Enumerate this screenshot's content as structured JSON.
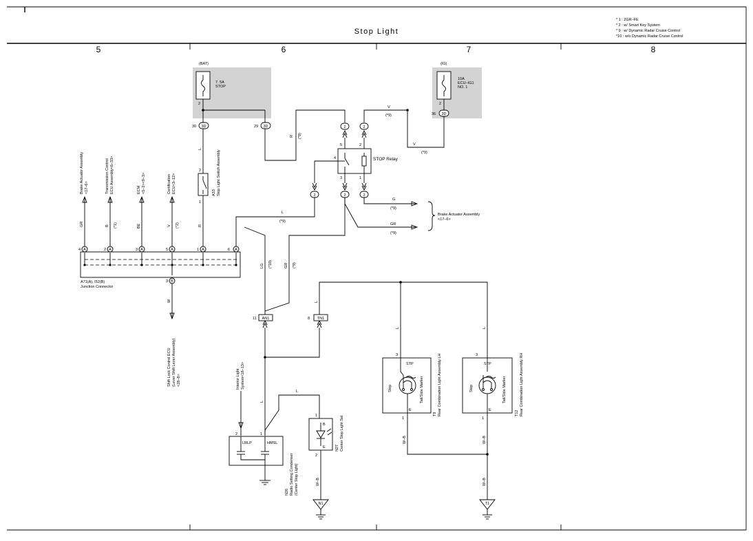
{
  "title": "Stop Light",
  "notes": [
    "* 1 : 2GR–FE",
    "* 2 : w/ Smart Key System",
    "* 9 : w/ Dynamic Radar Cruise Control",
    "*10 : w/o Dynamic Radar Cruise Control"
  ],
  "zones": [
    "5",
    "6",
    "7",
    "8"
  ],
  "fuse_stop": {
    "source": "(BAT)",
    "rating": "7. 5A",
    "name": "STOP",
    "pin": "2"
  },
  "fuse_ecu": {
    "source": "(IG)",
    "rating": "10A",
    "name1": "ECU–IG1",
    "name2": "NO. 1",
    "pin": "2"
  },
  "junction_3D": {
    "label": "3D",
    "pin_a": "30",
    "pin_b": "29"
  },
  "junction_ig": {
    "label": "3D",
    "pin": "36"
  },
  "stop_switch": {
    "name": "Stop Light Switch Assembly",
    "code": "A33",
    "pin_top": "2",
    "pin_bottom": "1"
  },
  "stop_relay": {
    "name": "STOP Relay",
    "pins": [
      "5",
      "2",
      "4",
      "3",
      "1"
    ]
  },
  "relay_circles": "2",
  "wire_colors": {
    "R": "R",
    "L": "L",
    "V": "V",
    "G": "G",
    "GR": "GR",
    "LG": "LG",
    "W": "W",
    "WB": "W–B",
    "B": "B",
    "BE": "BE"
  },
  "wire_notes": {
    "n9": "(*9)",
    "n10": "(*10)",
    "n1": "(*1)",
    "n2": "(*2)"
  },
  "brake_actuator": {
    "name": "Brake Actuator Assembly",
    "ref": "<17–6>"
  },
  "top_arrows": [
    {
      "name": "Brake Actuator Assembly",
      "ref": "<17–6>",
      "wire": "GR",
      "note": "",
      "pin": "4",
      "side": "A"
    },
    {
      "name": "Transmission Control",
      "ref": "ECU Assembly<6–33>",
      "wire": "B",
      "note": "(*1)",
      "pin": "2",
      "side": "A"
    },
    {
      "name": "ECM",
      "ref": "<5–2><9–3>",
      "wire": "BE",
      "note": "",
      "pin": "3",
      "side": "A"
    },
    {
      "name": "Certification",
      "ref": "ECU<3–12>",
      "wire": "V",
      "note": "(*2)",
      "pin": "5",
      "side": "A"
    }
  ],
  "junction_connector": {
    "name": "A71(A), I52(B)",
    "sub": "Junction Connector",
    "pin_b": "3",
    "side_b": "B",
    "pin_switch": "1",
    "pin_6": "6"
  },
  "shift_lock": {
    "line1": "Shift Lock Control ECU",
    "line2": "(Lever Shift Lever Assembly)",
    "ref": "<28–8>"
  },
  "conn_AN1": {
    "label": "AN1",
    "pin": "11"
  },
  "conn_TN1": {
    "label": "TN1",
    "pin": "8"
  },
  "interior_light": {
    "line1": "Interior Light",
    "line2": "System<16–13>"
  },
  "condenser": {
    "code": "N26",
    "line1": "Radio Setting Condenser",
    "line2": "(Center Stop Light)",
    "lrlp": "LRLP",
    "hmsl": "HMSL",
    "pin_left": "2",
    "pin_right": "1"
  },
  "center_stop": {
    "code": "N27",
    "name": "Center Stop Light Set",
    "pin_top": "1",
    "pin_bottom": "2",
    "b": "B",
    "e": "E"
  },
  "lamp_lh": {
    "code": "T9",
    "name": "Rear Combination Light Assembly LH",
    "pin_top": "3",
    "pin_bottom": "1",
    "stp": "STP",
    "e": "E",
    "stop": "Stop",
    "marker": "Tail/Side Marker"
  },
  "lamp_rh": {
    "code": "T12",
    "name": "Rear Combination Light Assembly RH",
    "pin_top": "3",
    "pin_bottom": "1",
    "stp": "STP",
    "e": "E",
    "stop": "Stop",
    "marker": "Tail/Side Marker"
  },
  "grounds": [
    "N1",
    "T1"
  ],
  "pin_labels": {
    "a": "A",
    "b": "B",
    "p1": "1",
    "p2": "2",
    "p3": "3",
    "p4": "4",
    "p5": "5",
    "p6": "6"
  }
}
